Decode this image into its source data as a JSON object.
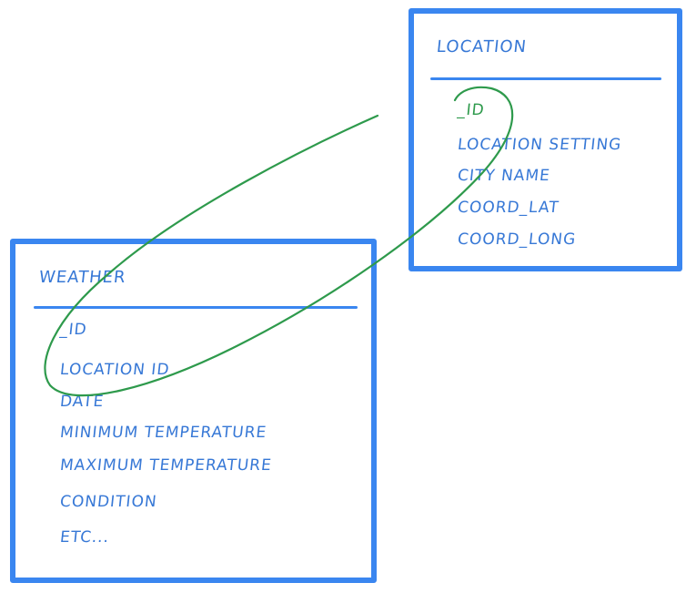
{
  "tables": {
    "location": {
      "title": "LOCATION",
      "fields": [
        "_ID",
        "LOCATION SETTING",
        "CITY NAME",
        "COORD_LAT",
        "COORD_LONG"
      ]
    },
    "weather": {
      "title": "WEATHER",
      "fields": [
        "_ID",
        "LOCATION ID",
        "DATE",
        "MINIMUM TEMPERATURE",
        "MAXIMUM TEMPERATURE",
        "CONDITION",
        "ETC..."
      ]
    }
  },
  "colors": {
    "box_stroke": "#3a86f0",
    "text": "#3778d6",
    "link": "#2e9a4c"
  }
}
